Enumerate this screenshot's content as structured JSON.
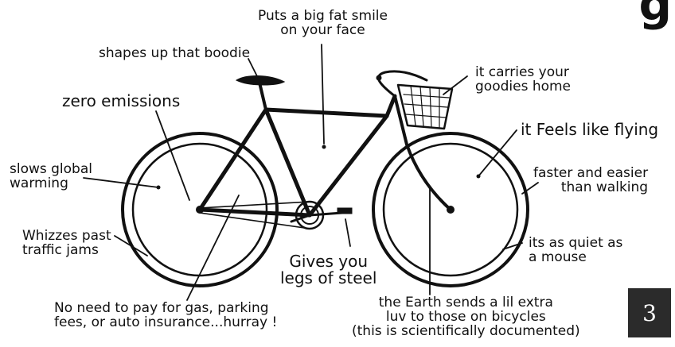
{
  "header": {
    "top_glyph": "g"
  },
  "labels": {
    "puts_smile": "Puts a big fat smile\non your face",
    "shapes_up": "shapes up that boodie",
    "carries": "it carries your\ngoodies home",
    "zero_emissions": "zero emissions",
    "flying": "it Feels like flying",
    "slows": "slows global\nwarming",
    "faster": "faster and easier\nthan walking",
    "whizzes": "Whizzes past\ntraffic jams",
    "legs": "Gives you\nlegs of steel",
    "quiet": "its as quiet as\na mouse",
    "pay": "No need to pay for gas, parking\nfees, or auto insurance...hurray !",
    "earth": "the Earth sends a lil extra\nluv to those on bicycles\n(this is scientifically documented)"
  },
  "badge": {
    "page_number": "3",
    "bg_color": "#2b2b2b",
    "text_color": "#ffffff"
  },
  "style": {
    "ink": "#111111",
    "paper": "#ffffff"
  }
}
